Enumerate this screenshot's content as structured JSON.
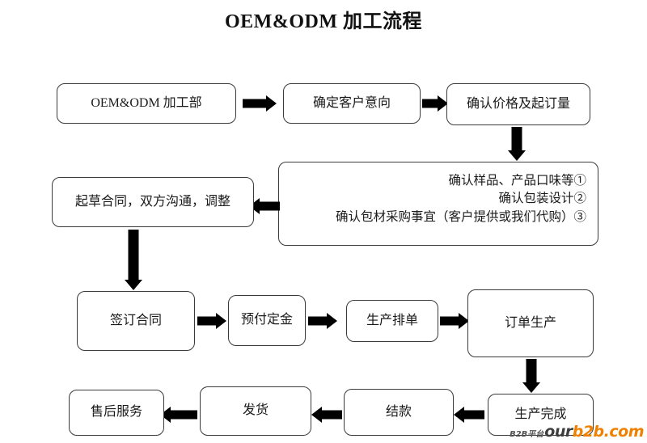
{
  "title": "OEM&ODM 加工流程",
  "diagram": {
    "type": "flowchart",
    "nodes": [
      {
        "id": "n1",
        "label": "OEM&ODM 加工部"
      },
      {
        "id": "n2",
        "label": "确定客户意向"
      },
      {
        "id": "n3",
        "label": "确认价格及起订量"
      },
      {
        "id": "n4",
        "lines": [
          "确认样品、产品口味等①",
          "确认包装设计②",
          "确认包材采购事宜（客户提供或我们代购）③"
        ]
      },
      {
        "id": "n5",
        "label": "起草合同，双方沟通，调整"
      },
      {
        "id": "n6",
        "label": "签订合同"
      },
      {
        "id": "n7",
        "label": "预付定金"
      },
      {
        "id": "n8",
        "label": "生产排单"
      },
      {
        "id": "n9",
        "label": "订单生产"
      },
      {
        "id": "n10",
        "label": "生产完成"
      },
      {
        "id": "n11",
        "label": "结款"
      },
      {
        "id": "n12",
        "label": "发货"
      },
      {
        "id": "n13",
        "label": "售后服务"
      }
    ],
    "edges": [
      {
        "from": "n1",
        "to": "n2",
        "direction": "right"
      },
      {
        "from": "n2",
        "to": "n3",
        "direction": "right"
      },
      {
        "from": "n3",
        "to": "n4",
        "direction": "down"
      },
      {
        "from": "n4",
        "to": "n5",
        "direction": "left"
      },
      {
        "from": "n5",
        "to": "n6",
        "direction": "down"
      },
      {
        "from": "n6",
        "to": "n7",
        "direction": "right"
      },
      {
        "from": "n7",
        "to": "n8",
        "direction": "right"
      },
      {
        "from": "n8",
        "to": "n9",
        "direction": "right"
      },
      {
        "from": "n9",
        "to": "n10",
        "direction": "down"
      },
      {
        "from": "n10",
        "to": "n11",
        "direction": "left"
      },
      {
        "from": "n11",
        "to": "n12",
        "direction": "left"
      },
      {
        "from": "n12",
        "to": "n13",
        "direction": "left"
      }
    ]
  },
  "watermark": {
    "prefix": "B2B平台",
    "brand_lead": "our",
    "brand_tail": "b2b.com"
  },
  "colors": {
    "background": "#ffffff",
    "box_border": "#3a3a3a",
    "text": "#1a1a1a",
    "arrow": "#000000",
    "watermark_orange": "#f08000"
  }
}
